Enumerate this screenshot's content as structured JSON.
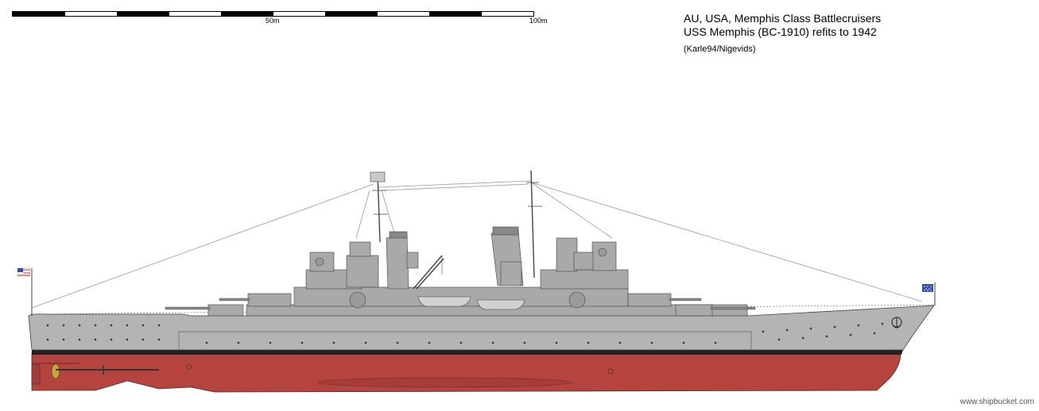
{
  "scale_bar": {
    "label_mid": "50m",
    "label_end": "100m",
    "segments": 10
  },
  "title": {
    "line1": "AU, USA, Memphis Class Battlecruisers",
    "line2": "USS Memphis (BC-1910) refits to 1942",
    "credit": "(Karle94/Nigevids)"
  },
  "watermark": "www.shipbucket.com",
  "colors": {
    "hull_red": "#b5433e",
    "hull_grey": "#b4b4b4",
    "superstructure_grey": "#a9a9a9",
    "deck_line": "#222222"
  },
  "icons": {
    "stern_flag": "us-flag-icon",
    "bow_flag": "us-jack-icon",
    "anchor": "anchor-icon"
  }
}
